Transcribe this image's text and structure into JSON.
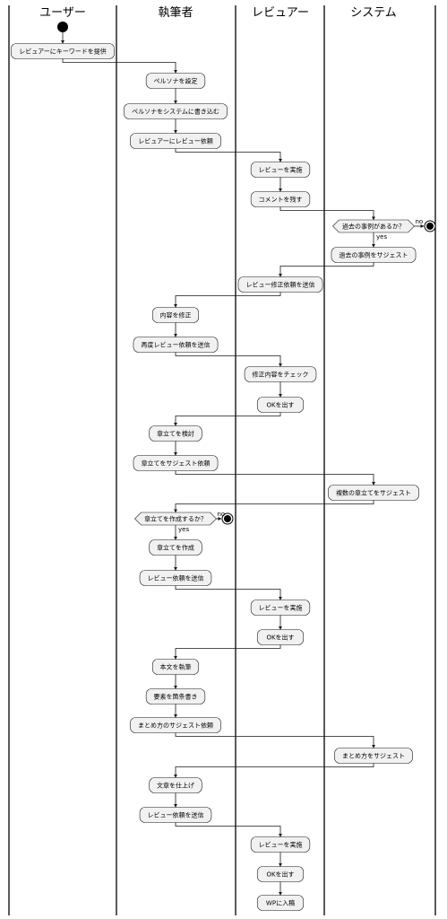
{
  "lanes": [
    {
      "id": "user",
      "title": "ユーザー"
    },
    {
      "id": "writer",
      "title": "執筆者"
    },
    {
      "id": "reviewer",
      "title": "レビュアー"
    },
    {
      "id": "system",
      "title": "システム"
    }
  ],
  "nodes": [
    {
      "id": "n1",
      "lane": "user",
      "label": "レビュアーにキーワードを提供"
    },
    {
      "id": "n2",
      "lane": "writer",
      "label": "ペルソナを設定"
    },
    {
      "id": "n3",
      "lane": "writer",
      "label": "ペルソナをシステムに書き込む"
    },
    {
      "id": "n4",
      "lane": "writer",
      "label": "レビュアーにレビュー依頼"
    },
    {
      "id": "n5",
      "lane": "reviewer",
      "label": "レビューを実施"
    },
    {
      "id": "n6",
      "lane": "reviewer",
      "label": "コメントを残す"
    },
    {
      "id": "d1",
      "lane": "system",
      "label": "過去の事例があるか？",
      "type": "decision"
    },
    {
      "id": "n7",
      "lane": "system",
      "label": "過去の事例をサジェスト"
    },
    {
      "id": "n8",
      "lane": "reviewer",
      "label": "レビュー修正依頼を送信"
    },
    {
      "id": "n9",
      "lane": "writer",
      "label": "内容を修正"
    },
    {
      "id": "n10",
      "lane": "writer",
      "label": "再度レビュー依頼を送信"
    },
    {
      "id": "n11",
      "lane": "reviewer",
      "label": "修正内容をチェック"
    },
    {
      "id": "n12",
      "lane": "reviewer",
      "label": "OKを出す"
    },
    {
      "id": "n13",
      "lane": "writer",
      "label": "章立てを検討"
    },
    {
      "id": "n14",
      "lane": "writer",
      "label": "章立てをサジェスト依頼"
    },
    {
      "id": "n15",
      "lane": "system",
      "label": "複数の章立てをサジェスト"
    },
    {
      "id": "d2",
      "lane": "writer",
      "label": "章立てを作成するか？",
      "type": "decision"
    },
    {
      "id": "n16",
      "lane": "writer",
      "label": "章立てを作成"
    },
    {
      "id": "n17",
      "lane": "writer",
      "label": "レビュー依頼を送信"
    },
    {
      "id": "n18",
      "lane": "reviewer",
      "label": "レビューを実施"
    },
    {
      "id": "n19",
      "lane": "reviewer",
      "label": "OKを出す"
    },
    {
      "id": "n20",
      "lane": "writer",
      "label": "本文を執筆"
    },
    {
      "id": "n21",
      "lane": "writer",
      "label": "要素を箇条書き"
    },
    {
      "id": "n22",
      "lane": "writer",
      "label": "まとめ方のサジェスト依頼"
    },
    {
      "id": "n23",
      "lane": "system",
      "label": "まとめ方をサジェスト"
    },
    {
      "id": "n24",
      "lane": "writer",
      "label": "文章を仕上げ"
    },
    {
      "id": "n25",
      "lane": "writer",
      "label": "レビュー依頼を送信"
    },
    {
      "id": "n26",
      "lane": "reviewer",
      "label": "レビューを実施"
    },
    {
      "id": "n27",
      "lane": "reviewer",
      "label": "OKを出す"
    },
    {
      "id": "n28",
      "lane": "reviewer",
      "label": "WPに入稿"
    }
  ],
  "branch_labels": {
    "yes": "yes",
    "no": "no"
  },
  "colors": {
    "node_fill": "#f1f1f1",
    "stroke": "#181818",
    "start": "#000000"
  }
}
